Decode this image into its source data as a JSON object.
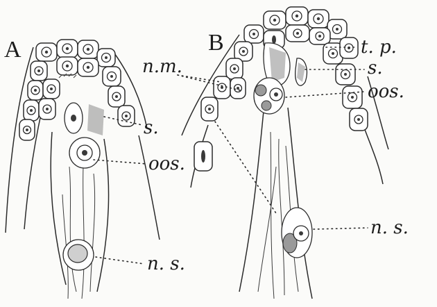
{
  "figure_a": {
    "letter": "A",
    "labels": {
      "s": "s.",
      "oos": "oos.",
      "ns": "n. s."
    }
  },
  "figure_b": {
    "letter": "B",
    "labels": {
      "tp": "t. p.",
      "nm": "n.m.",
      "s": "s.",
      "oos": "oos.",
      "ns": "n. s."
    }
  }
}
